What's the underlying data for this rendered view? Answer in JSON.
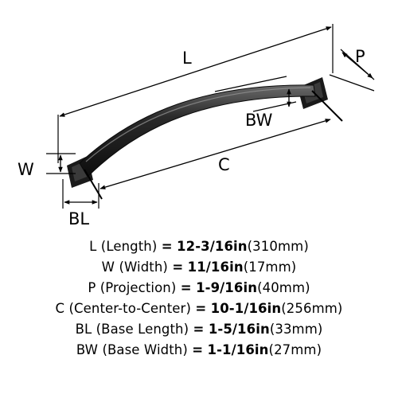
{
  "diagram": {
    "labels": {
      "L": "L",
      "W": "W",
      "P": "P",
      "BW": "BW",
      "C": "C",
      "BL": "BL"
    }
  },
  "specs": [
    {
      "code": "L",
      "name": "(Length)",
      "eq": "=",
      "inch": "12-3/16in",
      "mm": "(310mm)"
    },
    {
      "code": "W",
      "name": "(Width)",
      "eq": "=",
      "inch": "11/16in",
      "mm": "(17mm)"
    },
    {
      "code": "P",
      "name": "(Projection)",
      "eq": "=",
      "inch": "1-9/16in",
      "mm": "(40mm)"
    },
    {
      "code": "C",
      "name": "(Center-to-Center)",
      "eq": "=",
      "inch": "10-1/16in",
      "mm": "(256mm)"
    },
    {
      "code": "BL",
      "name": "(Base Length)",
      "eq": "=",
      "inch": "1-5/16in",
      "mm": "(33mm)"
    },
    {
      "code": "BW",
      "name": "(Base Width)",
      "eq": "=",
      "inch": "1-1/16in",
      "mm": "(27mm)"
    }
  ]
}
